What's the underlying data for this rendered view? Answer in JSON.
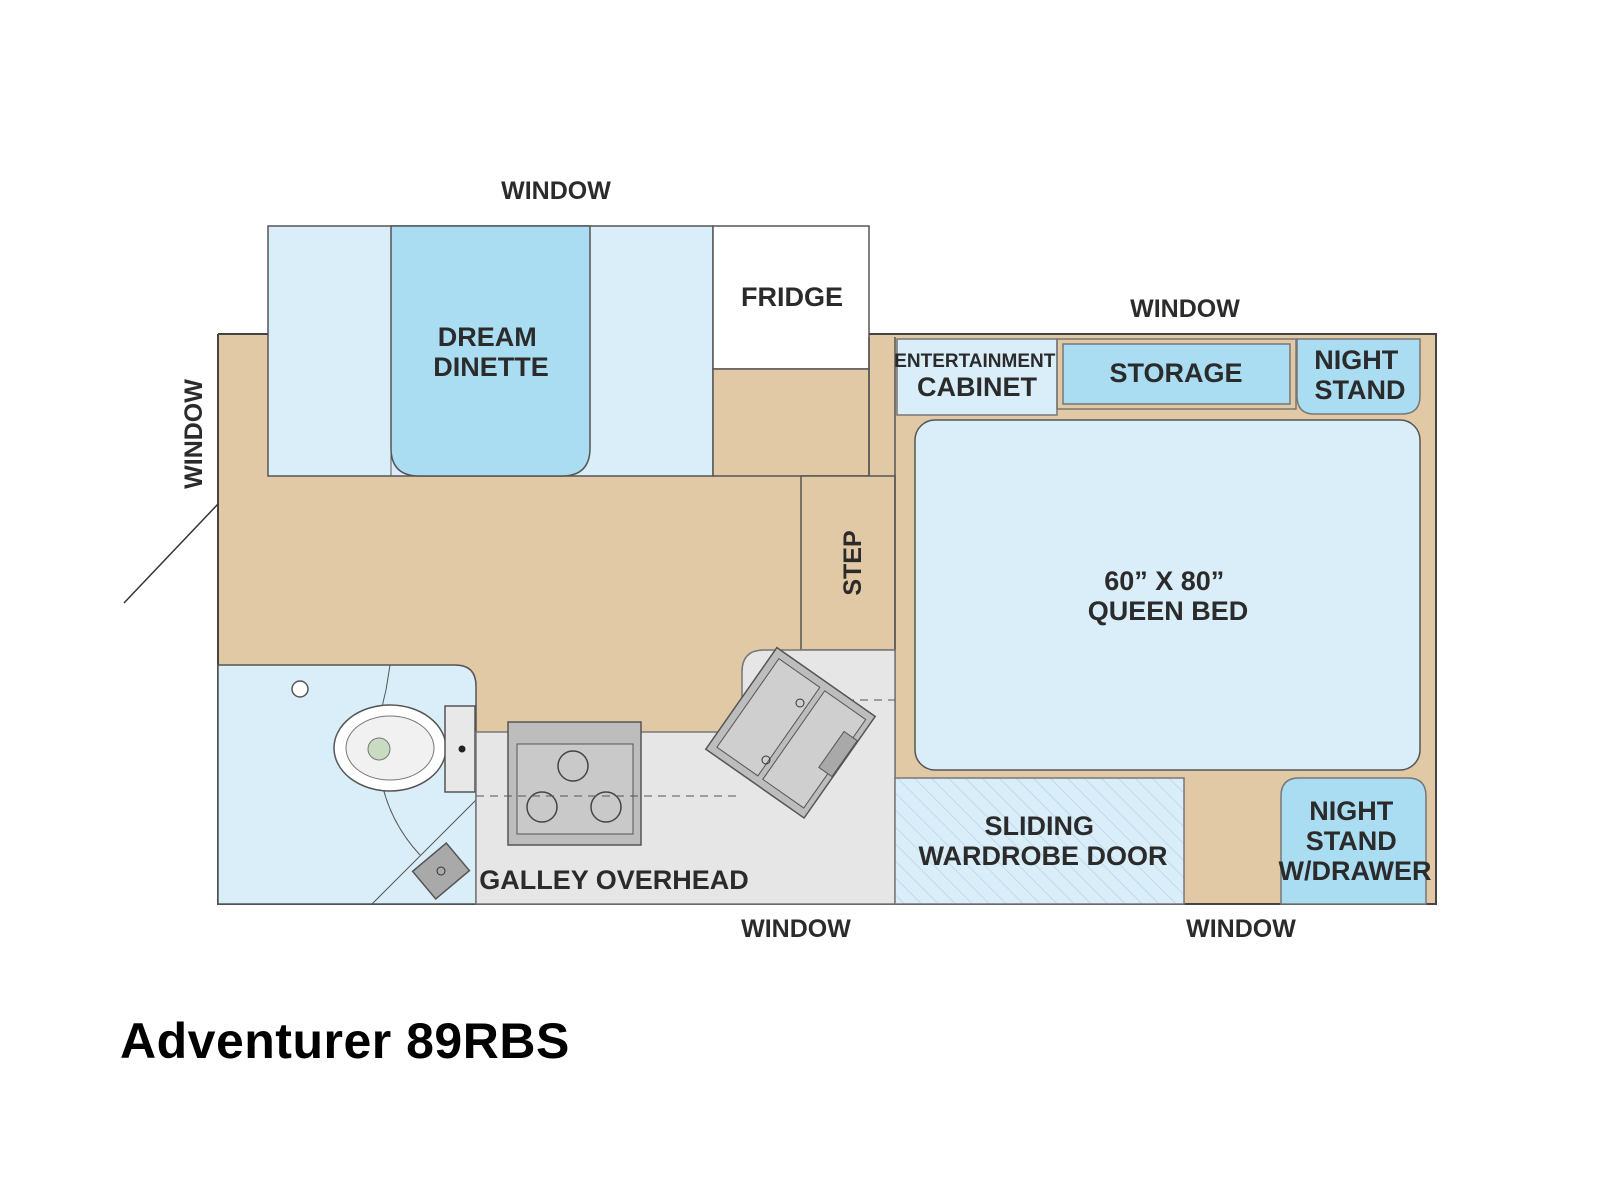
{
  "title": "Adventurer 89RBS",
  "windows": {
    "top": "WINDOW",
    "left": "WINDOW",
    "bedroom_top": "WINDOW",
    "bottom_center": "WINDOW",
    "bottom_right": "WINDOW"
  },
  "rooms": {
    "dinette": [
      "DREAM",
      "DINETTE"
    ],
    "fridge": "FRIDGE",
    "step": "STEP",
    "entertainment_cabinet": [
      "ENTERTAINMENT",
      "CABINET"
    ],
    "storage": "STORAGE",
    "night_stand_top": [
      "NIGHT",
      "STAND"
    ],
    "bed": [
      "60” X 80”",
      "QUEEN BED"
    ],
    "wardrobe": [
      "SLIDING",
      "WARDROBE DOOR"
    ],
    "night_stand_bottom": [
      "NIGHT",
      "STAND",
      "W/DRAWER"
    ],
    "galley": "GALLEY OVERHEAD"
  },
  "colors": {
    "floor": "#e2c9a6",
    "light_blue": "#daeefa",
    "mid_blue": "#aadcf2",
    "galley_grey": "#e6e6e6",
    "fixture_grey": "#bdbdbd",
    "outline": "#555555",
    "text": "#2b2b2b"
  }
}
